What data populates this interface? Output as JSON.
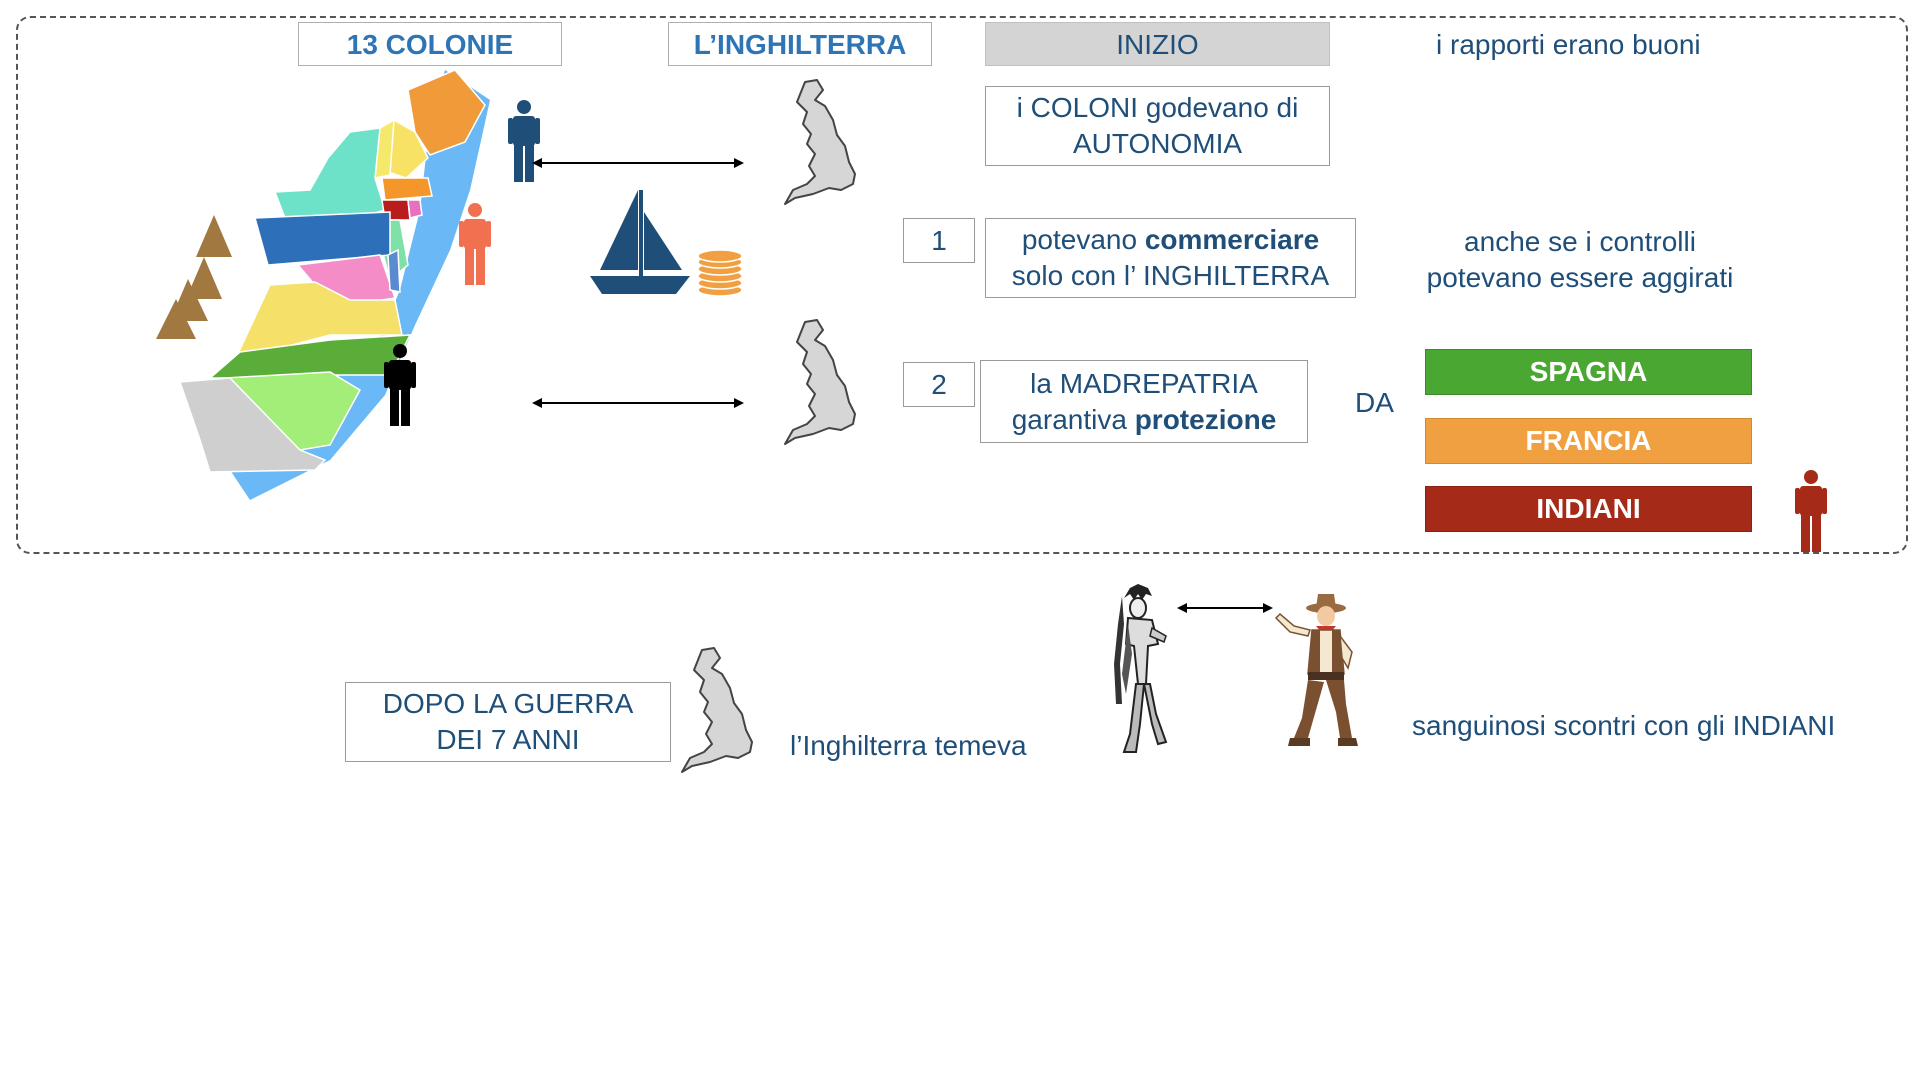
{
  "headers": {
    "colonies": "13 COLONIE",
    "england": "L’INGHILTERRA",
    "start": "INIZIO"
  },
  "relations": "i rapporti erano buoni",
  "autonomy": {
    "line1": "i COLONI godevano di",
    "line2": "AUTONOMIA"
  },
  "point1": {
    "number": "1",
    "line1_pre": "potevano ",
    "line1_bold": "commerciare",
    "line2": "solo con l’ INGHILTERRA"
  },
  "controls": {
    "line1": "anche se i controlli",
    "line2": "potevano essere aggirati"
  },
  "point2": {
    "number": "2",
    "line1": "la MADREPATRIA",
    "line2_pre": "garantiva ",
    "line2_bold": "protezione"
  },
  "da": "DA",
  "threats": [
    {
      "label": "SPAGNA",
      "color": "#4aa832"
    },
    {
      "label": "FRANCIA",
      "color": "#f0a040"
    },
    {
      "label": "INDIANI",
      "color": "#a62a18"
    }
  ],
  "after_war": {
    "line1": "DOPO LA GUERRA",
    "line2": "DEI 7 ANNI"
  },
  "england_feared": "l’Inghilterra temeva",
  "clashes": "sanguinosi scontri  con gli INDIANI",
  "colors": {
    "text": "#1f4e79",
    "header_blue": "#2e75b6",
    "ocean": "#6ab8f5",
    "figure_blue": "#1f4e79",
    "figure_salmon": "#f07050",
    "figure_red": "#a62a18",
    "ship": "#1f4e79",
    "coins": "#f0a040",
    "uk_gray": "#d6d6d6"
  }
}
